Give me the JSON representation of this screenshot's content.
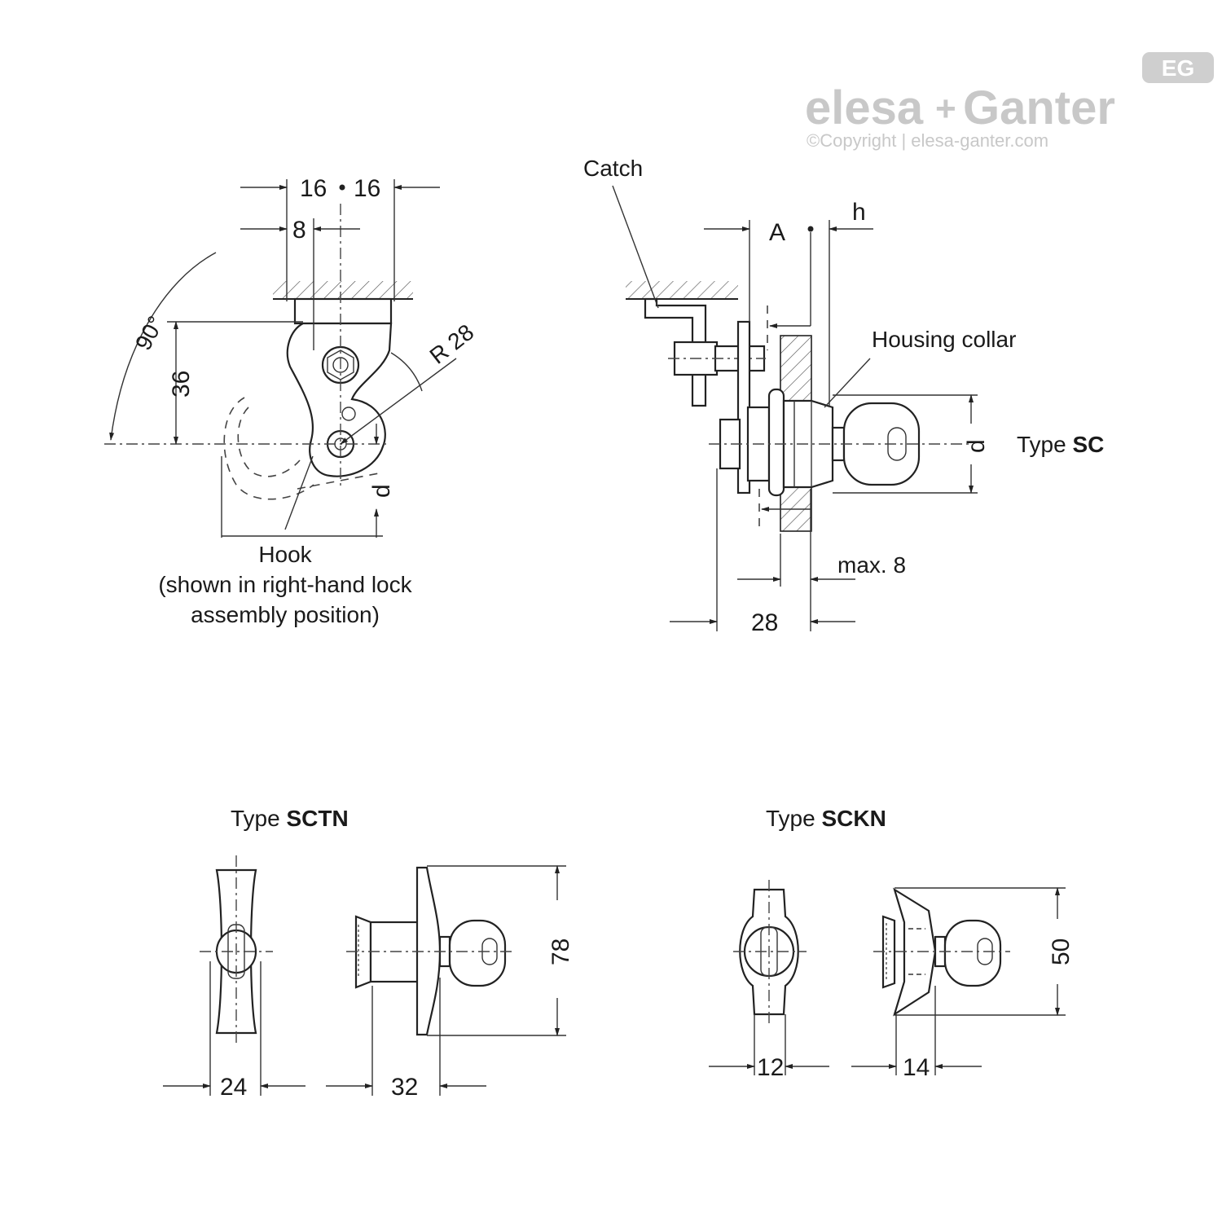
{
  "brand": {
    "badge": "EG",
    "name_a": "elesa",
    "plus": "+",
    "name_b": "Ganter",
    "copyright": "©Copyright | elesa-ganter.com"
  },
  "view_hook": {
    "dim_left": "16",
    "dim_right": "16",
    "dim_offset": "8",
    "dim_height": "36",
    "angle": "90°",
    "radius": "R 28",
    "dim_d": "d",
    "hook_label_1": "Hook",
    "hook_label_2": "(shown in right-hand lock",
    "hook_label_3": "assembly position)"
  },
  "view_side": {
    "catch": "Catch",
    "dim_a": "A",
    "dim_h": "h",
    "housing_collar": "Housing collar",
    "dim_d": "d",
    "type_prefix": "Type ",
    "type_code": "SC",
    "dim_max": "max. 8",
    "dim_28": "28"
  },
  "view_sctn": {
    "type_prefix": "Type ",
    "type_code": "SCTN",
    "dim_width": "24",
    "dim_depth": "32",
    "dim_height": "78"
  },
  "view_sckn": {
    "type_prefix": "Type ",
    "type_code": "SCKN",
    "dim_width": "12",
    "dim_depth": "14",
    "dim_height": "50"
  }
}
